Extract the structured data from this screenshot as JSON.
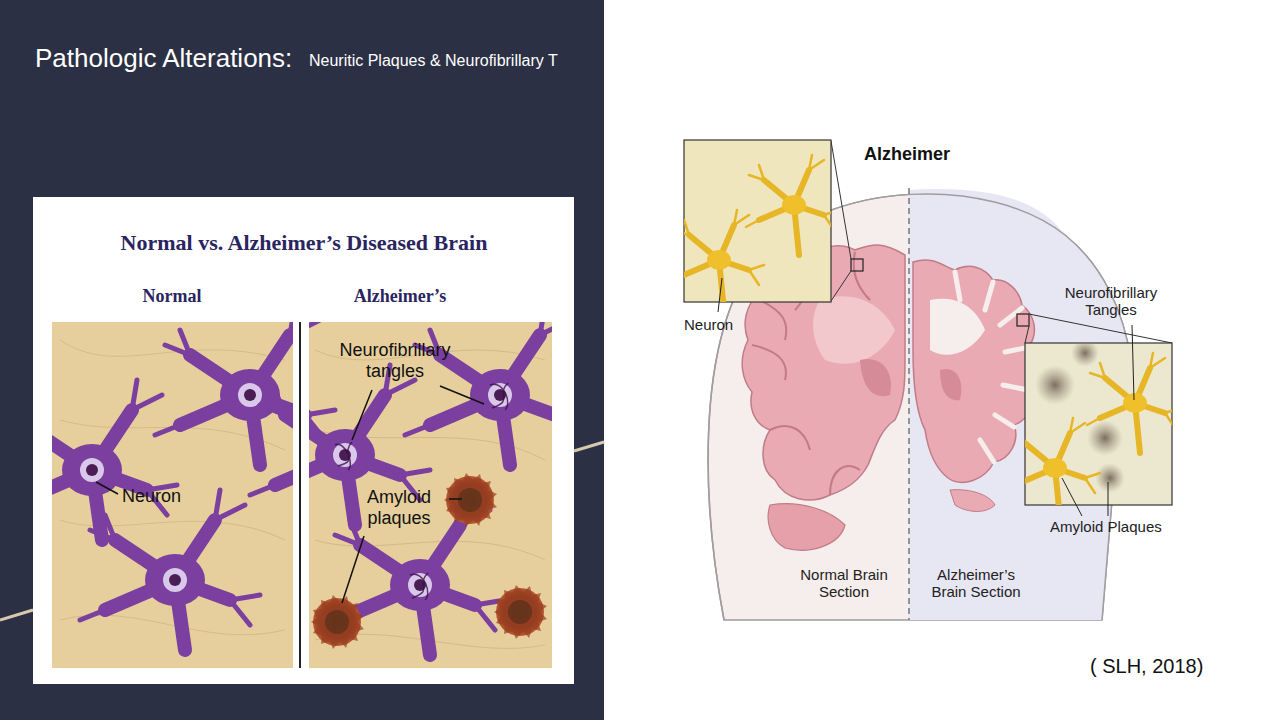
{
  "diagram": {
    "title": "Pathologic Alterations:",
    "labels": [
      "Neuritic Plaques & Neurofibrillary T",
      "Normal vs. Alzheimer’s Diseased Brain",
      "Normal",
      "Alzheimer’s",
      "Neuron",
      "Neurofibrillary tangles",
      "Amyloid plaques",
      "Alzheimer",
      "Neuron",
      "Neurofibrillary Tangles",
      "Amyloid Plaques",
      "Normal Brain Section",
      "Alzheimer’s Brain Section",
      "( SLH, 2018)"
    ]
  }
}
